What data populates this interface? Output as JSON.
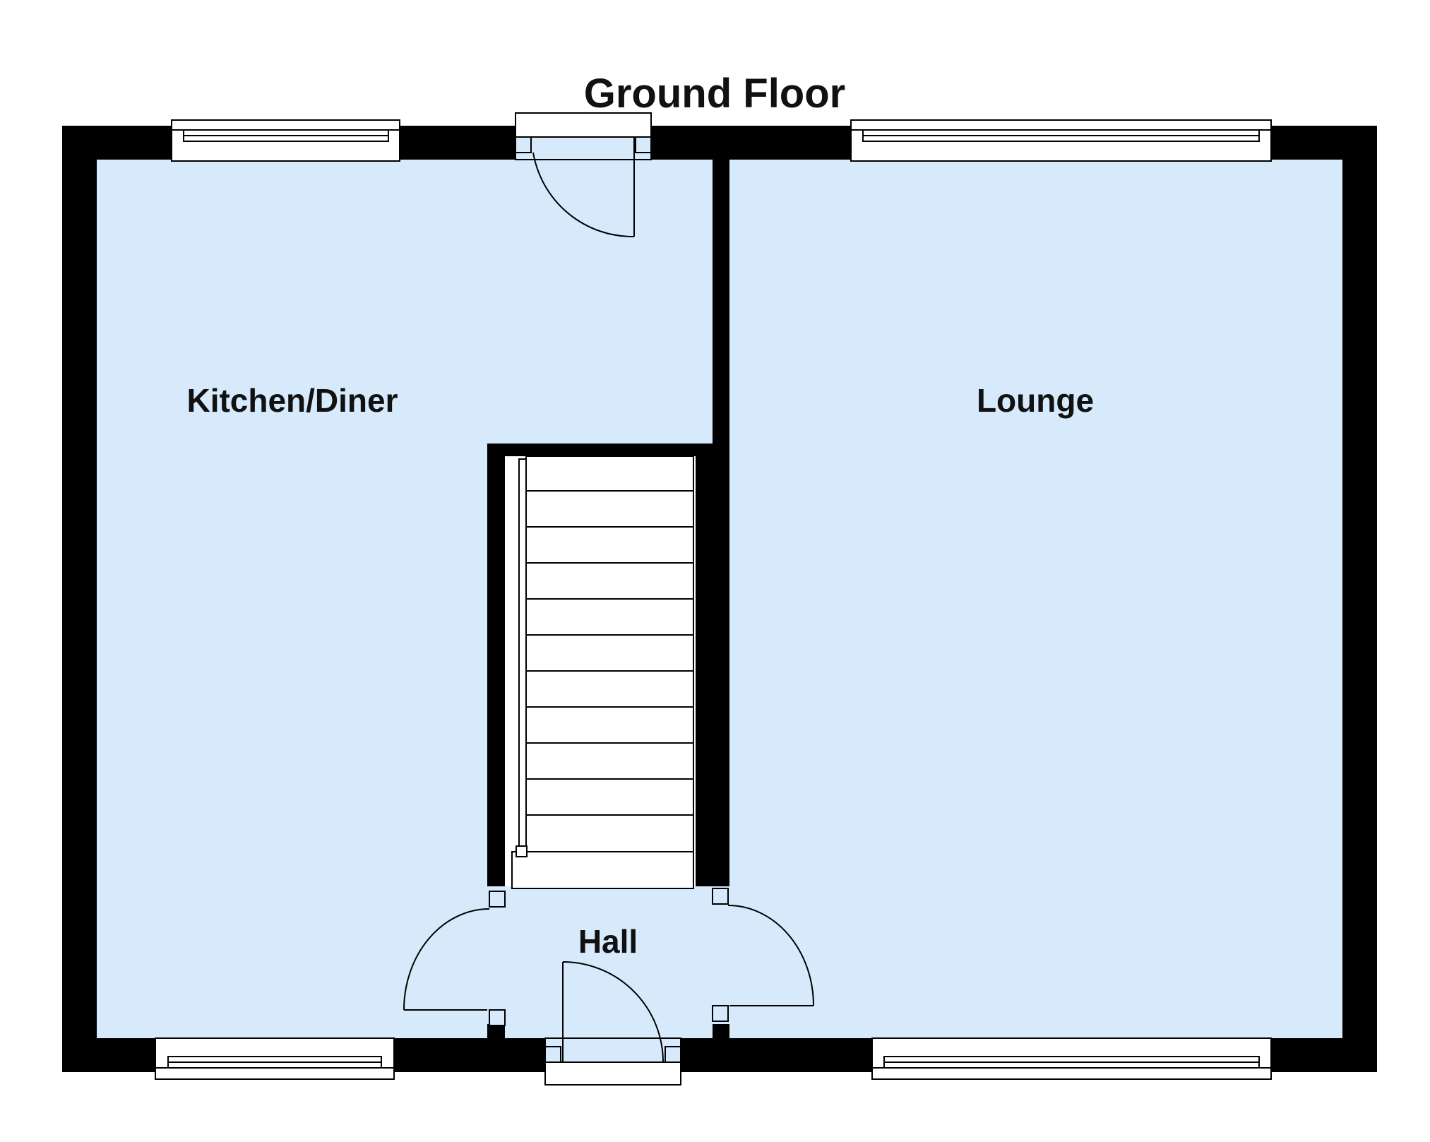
{
  "floor_title": "Ground Floor",
  "rooms": {
    "kitchen_diner": "Kitchen/Diner",
    "lounge": "Lounge",
    "hall": "Hall"
  },
  "colors": {
    "room_fill": "#d6eafb",
    "wall": "#000000",
    "background": "#ffffff",
    "line": "#000000"
  }
}
